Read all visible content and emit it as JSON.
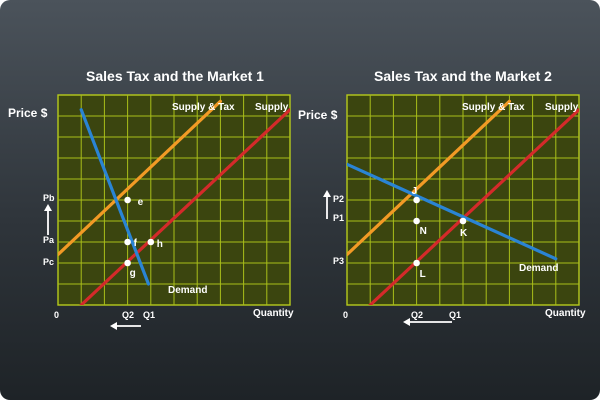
{
  "chart_data": [
    {
      "type": "line",
      "title": "Sales Tax and the Market 1",
      "ylabel": "Price $",
      "xlabel": "Quantity",
      "origin_label": "0",
      "grid": true,
      "x_ticks": [
        "Q2",
        "Q1"
      ],
      "y_ticks": [
        "Pb",
        "Pa",
        "Pc"
      ],
      "series": [
        {
          "name": "Supply & Tax",
          "color": "#f29a25",
          "points": [
            [
              0,
              2.4
            ],
            [
              7,
              9.7
            ]
          ]
        },
        {
          "name": "Supply",
          "color": "#d42a2a",
          "points": [
            [
              1,
              0
            ],
            [
              10,
              9.3
            ]
          ]
        },
        {
          "name": "Demand",
          "color": "#2a84d4",
          "points": [
            [
              1,
              9.3
            ],
            [
              3.9,
              1
            ]
          ]
        }
      ],
      "annotations": [
        {
          "label": "e",
          "x": 3,
          "y": 5
        },
        {
          "label": "f",
          "x": 3,
          "y": 3
        },
        {
          "label": "h",
          "x": 4,
          "y": 3
        },
        {
          "label": "g",
          "x": 3,
          "y": 2
        }
      ],
      "x_arrow": "left",
      "y_arrow": "up"
    },
    {
      "type": "line",
      "title": "Sales Tax and the Market 2",
      "ylabel": "Price $",
      "xlabel": "Quantity",
      "origin_label": "0",
      "grid": true,
      "x_ticks": [
        "Q2",
        "Q1"
      ],
      "y_ticks": [
        "P2",
        "P1",
        "P3"
      ],
      "series": [
        {
          "name": "Supply & Tax",
          "color": "#f29a25",
          "points": [
            [
              0,
              2.4
            ],
            [
              7,
              9.7
            ]
          ]
        },
        {
          "name": "Supply",
          "color": "#d42a2a",
          "points": [
            [
              1,
              0
            ],
            [
              10,
              9.3
            ]
          ]
        },
        {
          "name": "Demand",
          "color": "#2a84d4",
          "points": [
            [
              0,
              6.7
            ],
            [
              9,
              2.2
            ]
          ]
        }
      ],
      "annotations": [
        {
          "label": "J",
          "x": 3,
          "y": 5
        },
        {
          "label": "N",
          "x": 3,
          "y": 4
        },
        {
          "label": "K",
          "x": 5,
          "y": 4
        },
        {
          "label": "L",
          "x": 3,
          "y": 2
        }
      ],
      "x_arrow": "left",
      "y_arrow": "up"
    }
  ]
}
